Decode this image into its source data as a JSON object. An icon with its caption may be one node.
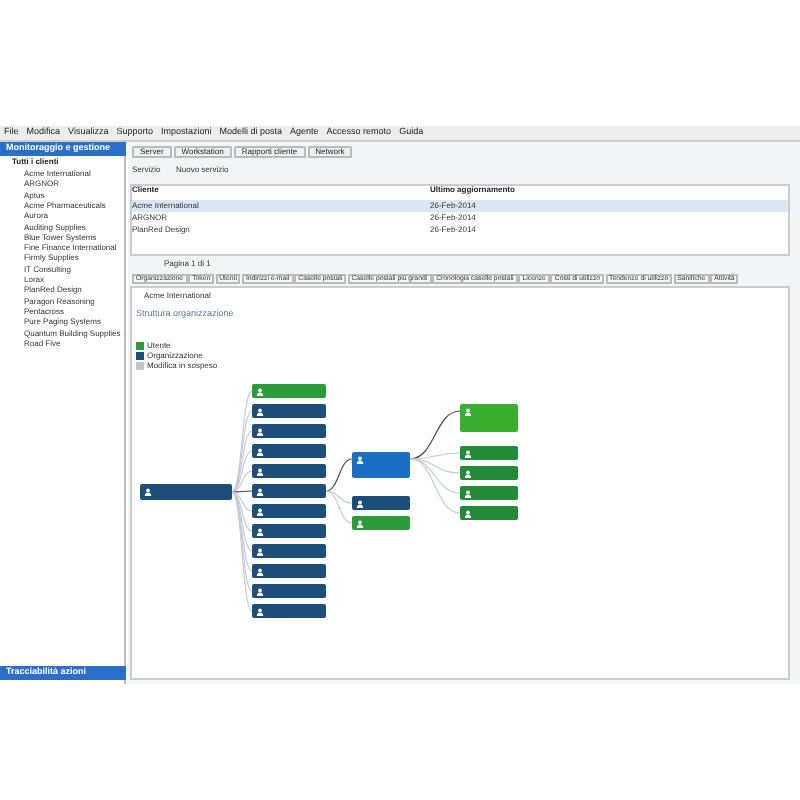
{
  "diagram": {
    "nodes": [
      {
        "text": [],
        "shape": "box"
      },
      {
        "text": [],
        "shape": "box"
      },
      {
        "text": [],
        "shape": "box"
      },
      {
        "text": [],
        "shape": "box"
      },
      {
        "text": [],
        "shape": "box"
      },
      {
        "text": [],
        "shape": "box"
      },
      {
        "text": [],
        "shape": "box"
      },
      {
        "text": [],
        "shape": "box"
      },
      {
        "text": [],
        "shape": "box"
      },
      {
        "text": [],
        "shape": "box"
      },
      {
        "text": [],
        "shape": "box"
      },
      {
        "text": [],
        "shape": "box"
      },
      {
        "text": [],
        "shape": "box"
      },
      {
        "text": [],
        "shape": "box"
      },
      {
        "text": [],
        "shape": "box"
      },
      {
        "text": [],
        "shape": "box"
      },
      {
        "text": [],
        "shape": "box"
      },
      {
        "text": [],
        "shape": "box"
      },
      {
        "text": [],
        "shape": "box"
      },
      {
        "text": [],
        "shape": "box"
      },
      {
        "text": [],
        "shape": "box"
      }
    ],
    "edges": [
      {
        "from": 0,
        "to": 1,
        "arrow": "none"
      },
      {
        "from": 0,
        "to": 2,
        "arrow": "none"
      },
      {
        "from": 0,
        "to": 3,
        "arrow": "none"
      },
      {
        "from": 0,
        "to": 4,
        "arrow": "none"
      },
      {
        "from": 0,
        "to": 5,
        "arrow": "none"
      },
      {
        "from": 0,
        "to": 6,
        "arrow": "none",
        "color": "#4a4a4a"
      },
      {
        "from": 0,
        "to": 7,
        "arrow": "none"
      },
      {
        "from": 0,
        "to": 8,
        "arrow": "none"
      },
      {
        "from": 0,
        "to": 9,
        "arrow": "none"
      },
      {
        "from": 0,
        "to": 10,
        "arrow": "none"
      },
      {
        "from": 0,
        "to": 11,
        "arrow": "none"
      },
      {
        "from": 0,
        "to": 12,
        "arrow": "none"
      },
      {
        "from": 6,
        "to": 13,
        "arrow": "none",
        "color": "#4a4a4a"
      },
      {
        "from": 6,
        "to": 14,
        "arrow": "none"
      },
      {
        "from": 6,
        "to": 15,
        "arrow": "none"
      },
      {
        "from": 13,
        "to": 16,
        "arrow": "none",
        "color": "#4a4a4a"
      },
      {
        "from": 13,
        "to": 17,
        "arrow": "none"
      },
      {
        "from": 13,
        "to": 18,
        "arrow": "none"
      },
      {
        "from": 13,
        "to": 19,
        "arrow": "none"
      },
      {
        "from": 13,
        "to": 20,
        "arrow": "none"
      }
    ],
    "labels": [
      "File",
      "Modifica",
      "Visualizza",
      "Supporto",
      "Impostazioni",
      "Modelli di posta",
      "Agente",
      "Accesso remoto",
      "Guida",
      "Monitoraggio e gestione",
      "Tutti i clienti",
      "Acme International",
      "ARGNOR",
      "Aptus",
      "Acme Pharmaceuticals",
      "Aurora",
      "Auditing Supplies",
      "Blue Tower Systems",
      "Fine Finance International",
      "Firmly Supplies",
      "IT Consulting",
      "Lorax",
      "PlanRed Design",
      "Paragon Reasoning",
      "Pentacross",
      "Pure Paging Systems",
      "Quantum Building Supplies",
      "Road Five",
      "Tracciabilità azioni",
      "Server",
      "Workstation",
      "Rapporti cliente",
      "Network",
      "Servizio",
      "Nuovo servizio",
      "Cliente",
      "Ultimo aggiornamento",
      "Acme International",
      "26-Feb-2014",
      "ARGNOR",
      "26-Feb-2014",
      "PlanRed Design",
      "26-Feb-2014",
      "Pagina 1 di 1",
      "Organizzazione",
      "Token",
      "Utenti",
      "Indirizzi e-mail",
      "Caselle postali",
      "Caselle postali più grandi",
      "Cronologia caselle postali",
      "Licenze",
      "Costi di utilizzo",
      "Tendenze di utilizzo",
      "Sanifiche",
      "Attività",
      "Acme International",
      "Struttura organizzazione"
    ],
    "legend": [
      {
        "text": "Utente",
        "color": "#2e9b3a"
      },
      {
        "text": "Organizzazione",
        "color": "#1d4e7a"
      },
      {
        "text": "Modifica in sospeso",
        "color": "#bfc5ca"
      }
    ]
  }
}
